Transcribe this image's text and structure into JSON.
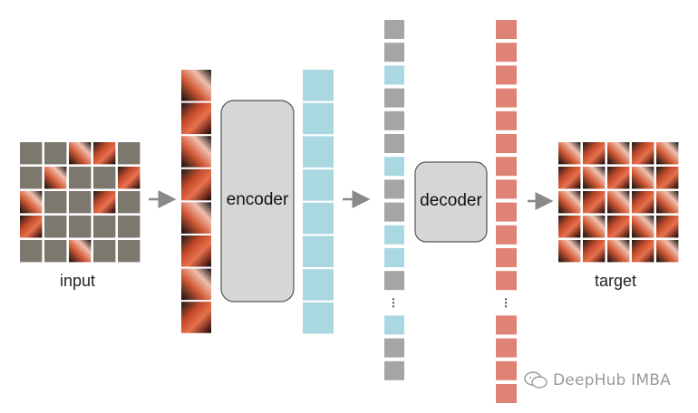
{
  "labels": {
    "input": "input",
    "encoder": "encoder",
    "decoder": "decoder",
    "target": "target"
  },
  "watermark": {
    "text": "DeepHub IMBA",
    "icon": "wechat-icon"
  },
  "colors": {
    "mask_patch": "#7d786e",
    "encoded_token": "#aad8e0",
    "mask_token": "#a5a5a5",
    "decoder_output": "#e08377",
    "block_fill": "#d6d6d6",
    "arrow": "#8a8a8a"
  },
  "input_grid": {
    "rows": 5,
    "cols": 5,
    "visible": [
      [
        0,
        2
      ],
      [
        1,
        1
      ],
      [
        2,
        0
      ],
      [
        2,
        3
      ],
      [
        3,
        0
      ],
      [
        4,
        2
      ],
      [
        1,
        4
      ],
      [
        0,
        3
      ]
    ]
  },
  "encoder_input_patches": 8,
  "encoder_output_tokens": 8,
  "decoder_input_tokens": [
    "gray",
    "gray",
    "blue",
    "gray",
    "gray",
    "gray",
    "blue",
    "gray",
    "gray",
    "blue",
    "blue",
    "gray",
    "ellipsis",
    "blue",
    "gray",
    "gray"
  ],
  "decoder_output_tokens": 16
}
